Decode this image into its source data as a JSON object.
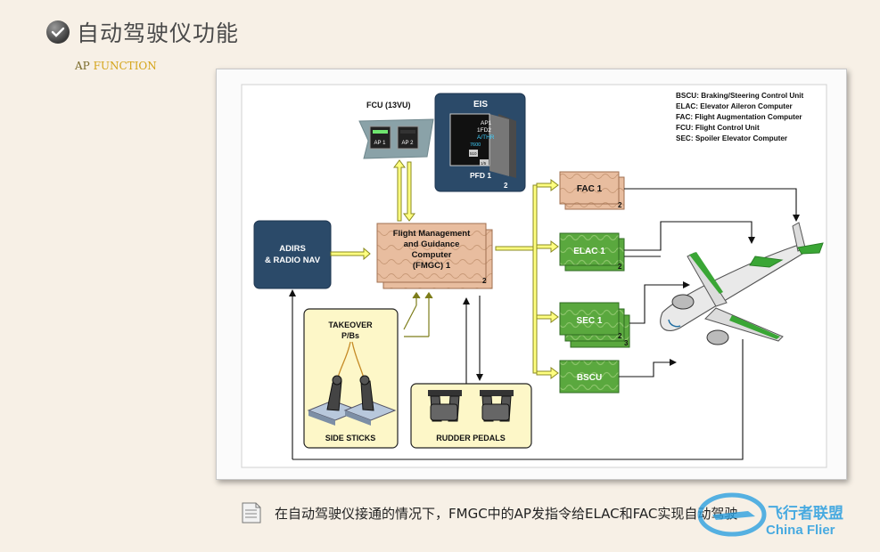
{
  "slide": {
    "title": "自动驾驶仪功能",
    "subtitle_part1": "AP ",
    "subtitle_part2": "FUNCTION",
    "caption": "在自动驾驶仪接通的情况下，FMGC中的AP发指令给ELAC和FAC实现自动驾驶"
  },
  "legend": [
    "BSCU: Braking/Steering Control Unit",
    "ELAC: Elevator Aileron Computer",
    "FAC: Flight Augmentation Computer",
    "FCU: Flight Control Unit",
    "SEC: Spoiler Elevator Computer"
  ],
  "fcu": {
    "label": "FCU (13VU)",
    "ap1": "AP 1",
    "ap2": "AP 2"
  },
  "eis": {
    "title": "EIS",
    "pfd": "PFD 1",
    "count": "2",
    "fma_lines": [
      "AP1",
      "1FD2",
      "A/THR"
    ],
    "speed": "7600",
    "alt1": "510",
    "alt2": "1/5"
  },
  "adirs": {
    "line1": "ADIRS",
    "line2": "& RADIO NAV"
  },
  "fmgc": {
    "line1": "Flight Management",
    "line2": "and Guidance",
    "line3": "Computer",
    "line4": "(FMGC) 1",
    "count": "2"
  },
  "computers": {
    "fac": {
      "label": "FAC 1",
      "count": "2"
    },
    "elac": {
      "label": "ELAC 1",
      "count": "2"
    },
    "sec": {
      "label": "SEC 1",
      "count2": "2",
      "count3": "3"
    },
    "bscu": {
      "label": "BSCU"
    }
  },
  "takeover": {
    "line1": "TAKEOVER",
    "line2": "P/Bs",
    "sticks": "SIDE STICKS"
  },
  "rudder": {
    "label": "RUDDER PEDALS"
  },
  "watermark": {
    "name_cn": "飞行者联盟",
    "name_en": "China Flier"
  },
  "colors": {
    "navy": "#2b4a69",
    "tan": "#e4b89a",
    "green": "#56a83a",
    "yellow_arrow": "#ffff80",
    "takeover_bg": "#fdf7c8",
    "plane_green": "#3aa635"
  }
}
